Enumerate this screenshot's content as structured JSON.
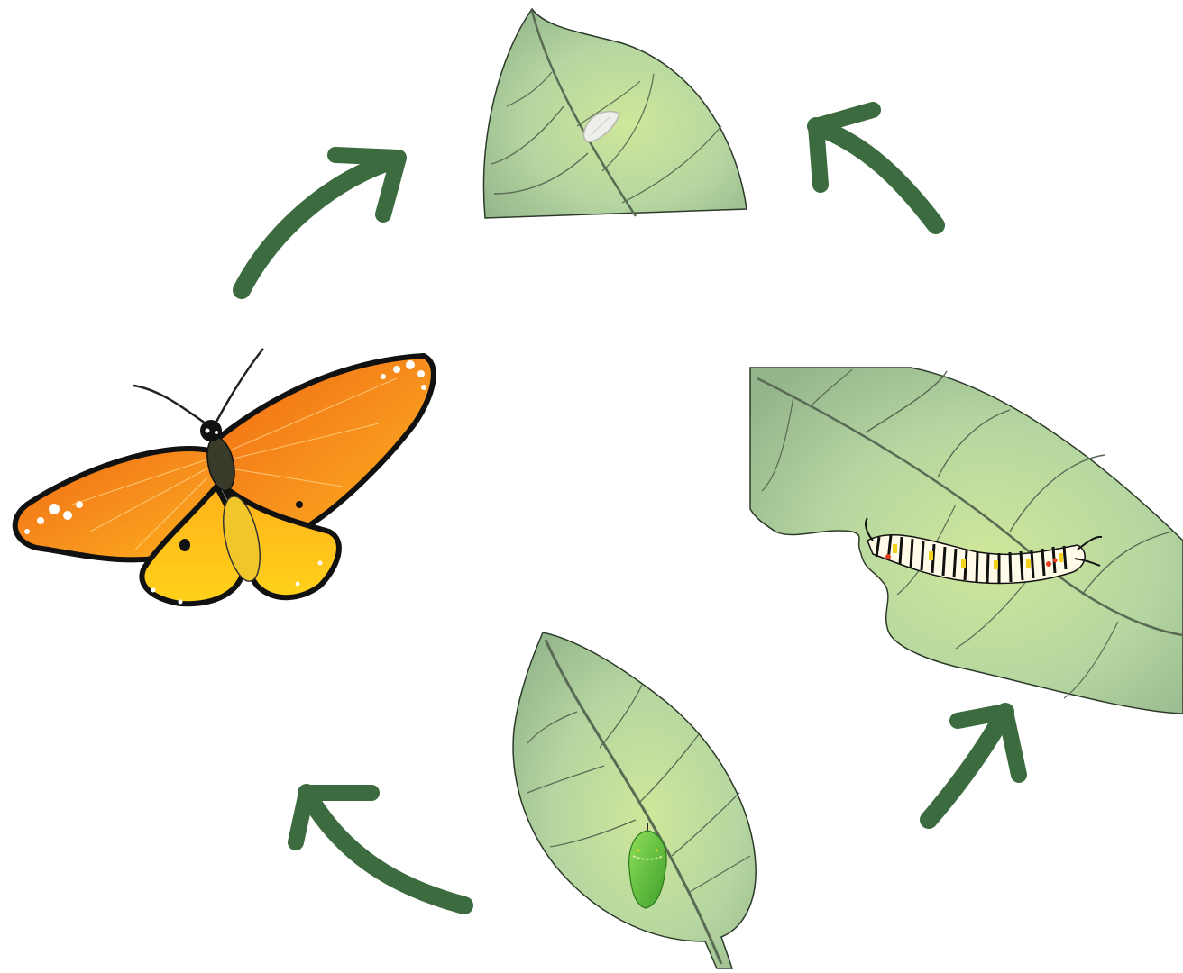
{
  "diagram": {
    "type": "life-cycle",
    "stages": [
      {
        "id": "egg",
        "icon": "egg-icon"
      },
      {
        "id": "caterpillar",
        "icon": "caterpillar-icon"
      },
      {
        "id": "pupa",
        "icon": "chrysalis-icon"
      },
      {
        "id": "adult",
        "icon": "butterfly-icon"
      }
    ],
    "arrow_count": 4,
    "colors": {
      "leaf_fill": "#b5d6a0",
      "leaf_highlight": "#cfe79a",
      "leaf_vein": "#5a6b55",
      "arrow": "#3b6b3f",
      "wing_orange": "#f7941d",
      "wing_yellow": "#ffd21a",
      "wing_border": "#111111",
      "chrysalis": "#5cc23a",
      "egg": "#eeeeea"
    }
  }
}
